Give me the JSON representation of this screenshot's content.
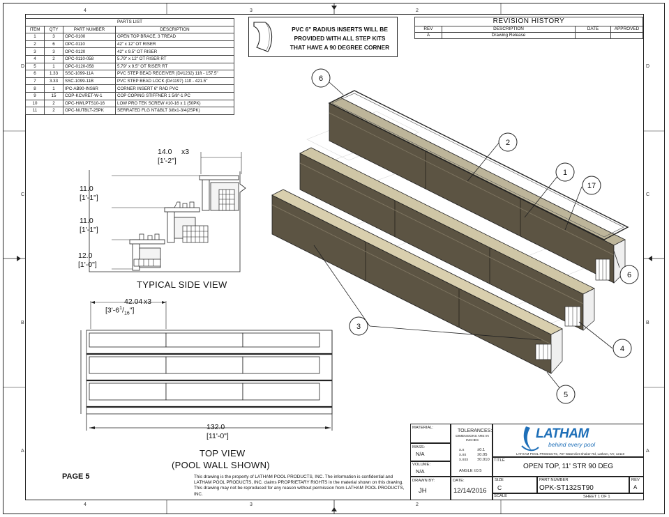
{
  "zones": {
    "top": [
      "4",
      "3",
      "2"
    ],
    "bottom": [
      "4",
      "3",
      "2"
    ],
    "left": [
      "D",
      "C",
      "B",
      "A"
    ],
    "right": [
      "D",
      "C",
      "B",
      "A"
    ]
  },
  "parts_list": {
    "title": "PARTS LIST",
    "headers": [
      "ITEM",
      "QTY",
      "PART NUMBER",
      "DESCRIPTION"
    ],
    "rows": [
      [
        "1",
        "3",
        "OPC-0100",
        "OPEN TOP BRACE, 3 TREAD"
      ],
      [
        "2",
        "6",
        "OPC-0110",
        "42\" x 12\" OT RISER"
      ],
      [
        "3",
        "3",
        "OPC-0120",
        "42\" x 9.5\" OT RISER"
      ],
      [
        "4",
        "2",
        "OPC-0110-058",
        "5.79\" x 12\" OT RISER RT"
      ],
      [
        "5",
        "1",
        "OPC-0120-058",
        "5.79\" x 9.5\" OT RISER RT"
      ],
      [
        "6",
        "1.33",
        "SSC-1099-11A",
        "PVC STEP BEAD RECEIVER (D#1232) 11ft - 157.5\""
      ],
      [
        "7",
        "3.33",
        "SSC-1099-11B",
        "PVC STEP BEAD LOCK (D#1197) 11ft - 421.5\""
      ],
      [
        "8",
        "1",
        "IPC-AB90-INS6R",
        "CORNER INSERT 6\" RAD PVC"
      ],
      [
        "9",
        "15",
        "COP-KCVRET-W-1",
        "COP COPING STIFFNER 1 5/8\"-1 PC"
      ],
      [
        "10",
        "2",
        "OPC-HWLPTS10-16",
        "LOW PRO TEK SCREW #10-16 x 1 (50PK)"
      ],
      [
        "11",
        "2",
        "OPC-NUTBLT-25PK",
        "SERRATED FLG NT&BLT 3/8x1-3/4(25PK)"
      ]
    ]
  },
  "note": {
    "lines": [
      "PVC 6\" RADIUS INSERTS WILL BE",
      "PROVIDED WITH ALL STEP KITS",
      "THAT HAVE A 90 DEGREE CORNER"
    ]
  },
  "revision_history": {
    "title": "REVISION HISTORY",
    "headers": [
      "REV",
      "DESCRIPTION",
      "DATE",
      "APPROVED"
    ],
    "rows": [
      [
        "A",
        "Drawing Release",
        "",
        ""
      ]
    ]
  },
  "side_view": {
    "dims": {
      "top": "14.0",
      "top_mult": "x3",
      "top_ft": "[1'-2\"]",
      "r1": "11.0",
      "r1_ft": "[1'-1\"]",
      "r2": "11.0",
      "r2_ft": "[1'-1\"]",
      "r3": "12.0",
      "r3_ft": "[1'-0\"]"
    },
    "title": "TYPICAL SIDE VIEW"
  },
  "top_view": {
    "dims": {
      "width": "42.04",
      "width_mult": "x3",
      "width_ft": "[3'-6",
      "width_frac_num": "1",
      "width_frac_den": "16",
      "width_end": "\"]",
      "total": "132.0",
      "total_ft": "[11'-0\"]"
    },
    "title": "TOP VIEW",
    "subtitle": "(POOL WALL SHOWN)"
  },
  "balloons": [
    "6",
    "2",
    "1",
    "17",
    "6",
    "3",
    "4",
    "5"
  ],
  "page_label": "PAGE 5",
  "disclaimer": "This drawing is the property of LATHAM POOL PRODUCTS, INC. The information is confidential and LATHAM POOL PRODUCTS, INC. claims PROPRIETARY RIGHTS in the material shown on this drawing. This drawing may not be reproduced for any reason without permission from LATHAM POOL PRODUCTS, INC.",
  "title_block": {
    "material_label": "MATERIAL:",
    "mass_label": "MASS:",
    "mass_value": "N/A",
    "volume_label": "VOLUME:",
    "volume_value": "N/A",
    "tolerances_label": "TOLERANCES:",
    "tolerances_sub": "DIMENSIONS ARE IN INCHES",
    "tol_rows": [
      [
        "x.x",
        "±0.1"
      ],
      [
        "x.xx",
        "±0.05"
      ],
      [
        "x.xxx",
        "±0.010"
      ]
    ],
    "angle": "ANGLE  ±0.5",
    "logo_text": "LATHAM",
    "logo_tag": "behind every pool",
    "company_address": "LATHAM POOL PRODUCTS, 787 Watervliet Shaker Rd, Latham, NY, 12110",
    "title_label": "TITLE",
    "title_value": "OPEN TOP, 11' STR 90 DEG",
    "drawn_by_label": "DRAWN BY:",
    "drawn_by": "JH",
    "date_label": "DATE:",
    "date": "12/14/2016",
    "size_label": "SIZE",
    "size": "C",
    "part_number_label": "PART NUMBER",
    "part_number": "OPK-ST132ST90",
    "rev_label": "REV",
    "rev": "A",
    "scale_label": "SCALE",
    "sheet": "SHEET 1 OF 1"
  },
  "colors": {
    "riser": "#5c5443",
    "riser_dark": "#3f392e",
    "bead": "#d9cfae",
    "line": "#222222",
    "logo_blue": "#1e6fb8"
  }
}
